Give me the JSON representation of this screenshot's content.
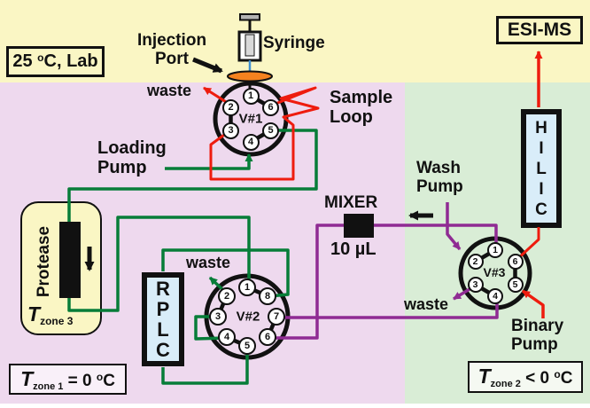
{
  "title_boxes": {
    "lab": {
      "pre": "25 ",
      "sup": "o",
      "post": "C, Lab"
    },
    "esi_ms": "ESI-MS",
    "t_zone1": {
      "t": "T",
      "sub": "zone 1",
      "mid": " = 0 ",
      "sup": "o",
      "end": "C"
    },
    "t_zone2": {
      "t": "T",
      "sub": "zone 2",
      "mid": " < 0 ",
      "sup": "o",
      "end": "C"
    },
    "t_zone3": {
      "t": "T",
      "sub": "zone 3"
    }
  },
  "labels": {
    "injection_port": {
      "line1": "Injection",
      "line2": "Port"
    },
    "syringe": "Syringe",
    "sample_loop": {
      "line1": "Sample",
      "line2": "Loop"
    },
    "loading_pump": {
      "line1": "Loading",
      "line2": "Pump"
    },
    "wash_pump": {
      "line1": "Wash",
      "line2": "Pump"
    },
    "binary_pump": {
      "line1": "Binary",
      "line2": "Pump"
    },
    "mixer": "MIXER",
    "mixer_volume": "10 µL",
    "waste_v1": "waste",
    "waste_v2": "waste",
    "waste_v3": "waste"
  },
  "columns": {
    "protease": "Protease",
    "rplc_letters": [
      "R",
      "P",
      "L",
      "C"
    ],
    "hilic_letters": [
      "H",
      "I",
      "L",
      "I",
      "C"
    ]
  },
  "valves": {
    "v1": {
      "label": "V#1",
      "ports": [
        "1",
        "2",
        "3",
        "4",
        "5",
        "6"
      ]
    },
    "v2": {
      "label": "V#2",
      "ports": [
        "1",
        "2",
        "3",
        "4",
        "5",
        "6",
        "7",
        "8"
      ]
    },
    "v3": {
      "label": "V#3",
      "ports": [
        "1",
        "2",
        "3",
        "4",
        "5",
        "6"
      ]
    }
  },
  "colors": {
    "zone_lab_bg": "#faf6c4",
    "zone1_bg": "#eed9ee",
    "zone2_bg": "#d9edd6",
    "line_red": "#ee1c0e",
    "line_green": "#077d38",
    "line_purple": "#8f2b93",
    "injection_port_orange": "#f5821f",
    "needle_blue": "#3f8fd2",
    "column_fill": "#d9edf9"
  }
}
